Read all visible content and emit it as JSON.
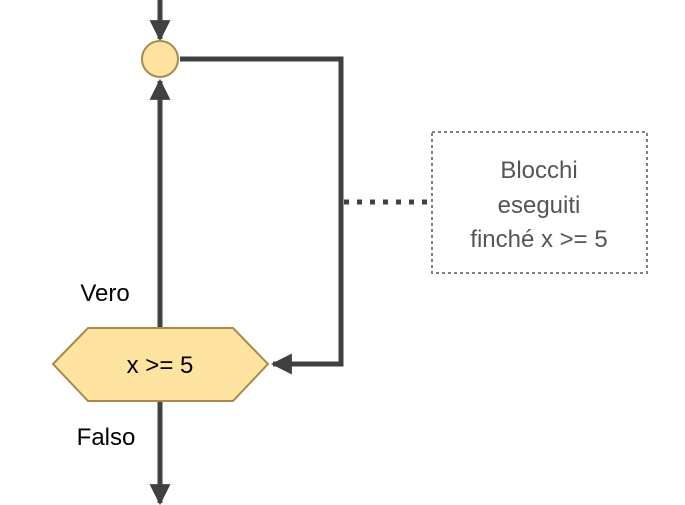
{
  "colors": {
    "edge": "#404040",
    "node_fill": "#ffe3a1",
    "node_stroke": "#a88a4b",
    "note_stroke": "#808080",
    "note_text": "#555555",
    "label_text": "#000000"
  },
  "nodes": {
    "merge_point": {
      "type": "connector-circle"
    },
    "condition": {
      "type": "decision-hexagon",
      "label": "x >= 5"
    },
    "note": {
      "type": "annotation",
      "lines": [
        "Blocchi",
        "eseguiti",
        "finché x >= 5"
      ]
    }
  },
  "edges": {
    "true_label": "Vero",
    "false_label": "Falso"
  }
}
